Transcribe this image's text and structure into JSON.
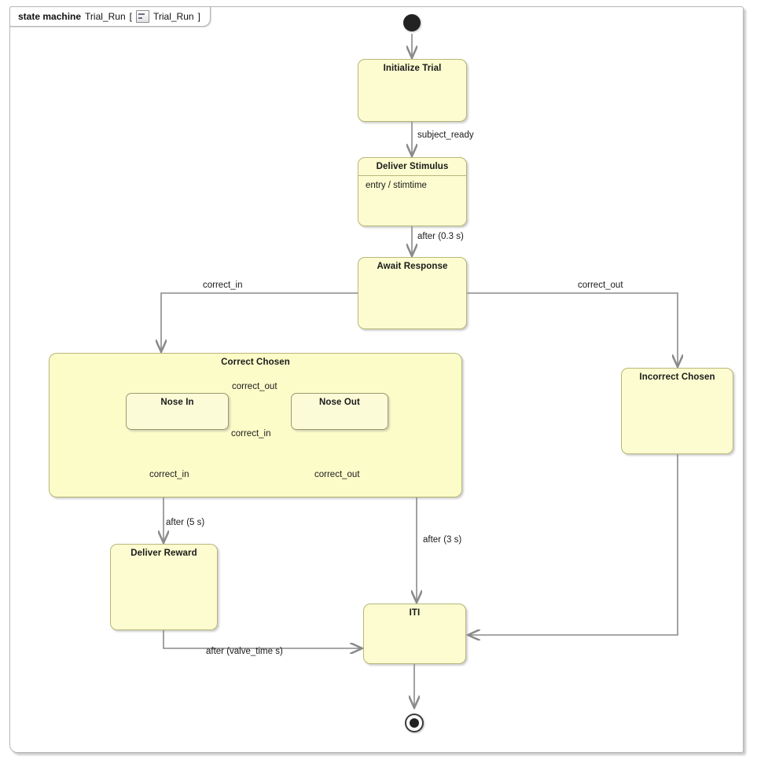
{
  "frame": {
    "keyword": "state machine",
    "name": "Trial_Run",
    "bracket_open": "[",
    "icon": "state-machine-icon",
    "inner_name": "Trial_Run",
    "bracket_close": "]"
  },
  "colors": {
    "state_fill": "#fcfcd0",
    "composite_fill": "#fcfcc9",
    "substate_fill": "#fbfbd8",
    "state_border": "#b6b67a",
    "edge": "#8a8a8a",
    "frame_border": "#b5b5b5",
    "text": "#1a1a1a"
  },
  "states": {
    "initialize_trial": {
      "name": "Initialize Trial"
    },
    "deliver_stimulus": {
      "name": "Deliver Stimulus",
      "entry": "entry / stimtime"
    },
    "await_response": {
      "name": "Await Response"
    },
    "correct_chosen": {
      "name": "Correct Chosen"
    },
    "nose_in": {
      "name": "Nose In"
    },
    "nose_out": {
      "name": "Nose Out"
    },
    "incorrect_chosen": {
      "name": "Incorrect Chosen"
    },
    "deliver_reward": {
      "name": "Deliver Reward"
    },
    "iti": {
      "name": "ITI"
    }
  },
  "transitions": {
    "init_to_stimulus": "subject_ready",
    "stimulus_to_await": "after (0.3 s)",
    "await_to_correct": "correct_in",
    "await_to_incorrect": "correct_out",
    "nosein_to_noseout": "correct_out",
    "noseout_to_nosein": "correct_in",
    "nosein_self": "correct_in",
    "noseout_self": "correct_out",
    "correct_to_reward": "after (5 s)",
    "noseout_to_iti": "after (3 s)",
    "reward_to_iti": "after (valve_time s)"
  },
  "pseudostates": {
    "top_initial": "initial-node",
    "composite_initial": "initial-node",
    "final": "final-node"
  }
}
